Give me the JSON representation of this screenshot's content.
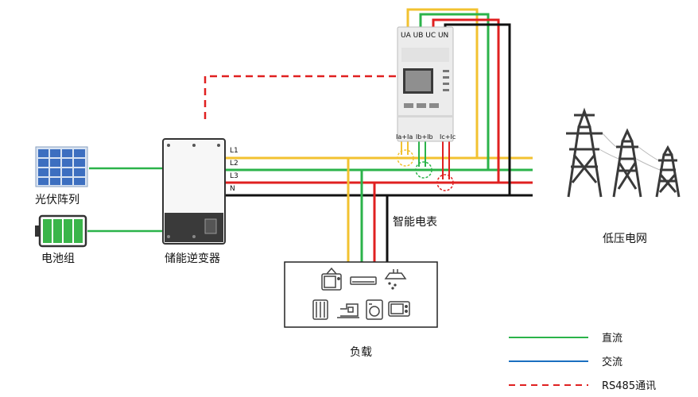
{
  "labels": {
    "pv": "光伏阵列",
    "battery": "电池组",
    "inverter": "储能逆变器",
    "meter": "智能电表",
    "grid": "低压电网",
    "load": "负载"
  },
  "meter": {
    "voltage_terminals": "UA UB UC UN",
    "ct_a": "Ia+Ia",
    "ct_b": "Ib+Ib",
    "ct_c": "Ic+Ic"
  },
  "bus_lines": [
    {
      "label": "L1",
      "color": "#f2c230"
    },
    {
      "label": "L2",
      "color": "#2bb34a"
    },
    {
      "label": "L3",
      "color": "#e02020"
    },
    {
      "label": "N",
      "color": "#111111"
    }
  ],
  "legend": [
    {
      "label": "直流",
      "color": "#2bb34a",
      "style": "solid"
    },
    {
      "label": "交流",
      "color": "#1a6fc0",
      "style": "solid"
    },
    {
      "label": "RS485通讯",
      "color": "#e02020",
      "style": "dashed"
    }
  ],
  "icons": [
    "solar-panel-icon",
    "battery-icon",
    "inverter-icon",
    "smart-meter-icon",
    "power-tower-icon",
    "tv-icon",
    "air-conditioner-icon",
    "range-hood-icon",
    "heater-icon",
    "sewing-machine-icon",
    "washing-machine-icon",
    "microwave-icon"
  ]
}
